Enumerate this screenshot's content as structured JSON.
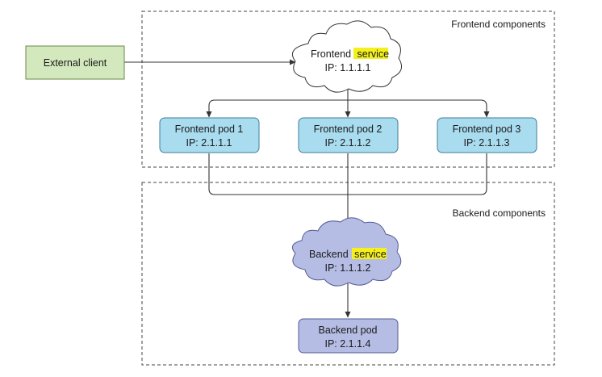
{
  "groups": {
    "frontend": {
      "label": "Frontend components"
    },
    "backend": {
      "label": "Backend components"
    }
  },
  "external_client": {
    "label": "External client"
  },
  "frontend_service": {
    "name_prefix": "Frontend",
    "highlight": "service",
    "ip": "IP: 1.1.1.1"
  },
  "frontend_pods": [
    {
      "name": "Frontend pod 1",
      "ip": "IP: 2.1.1.1"
    },
    {
      "name": "Frontend pod 2",
      "ip": "IP: 2.1.1.2"
    },
    {
      "name": "Frontend pod 3",
      "ip": "IP: 2.1.1.3"
    }
  ],
  "backend_service": {
    "name_prefix": "Backend",
    "highlight": "service",
    "ip": "IP: 1.1.1.2"
  },
  "backend_pod": {
    "name": "Backend pod",
    "ip": "IP: 2.1.1.4"
  },
  "colors": {
    "external_client_fill": "#d3e8bc",
    "external_client_stroke": "#6a8a4a",
    "pod_fill": "#a9dcef",
    "pod_stroke": "#3e7e98",
    "backend_fill": "#b5bde4",
    "backend_stroke": "#545c94",
    "frontend_cloud_fill": "#ffffff",
    "highlight": "#f4f01e",
    "group_border": "#444444"
  }
}
